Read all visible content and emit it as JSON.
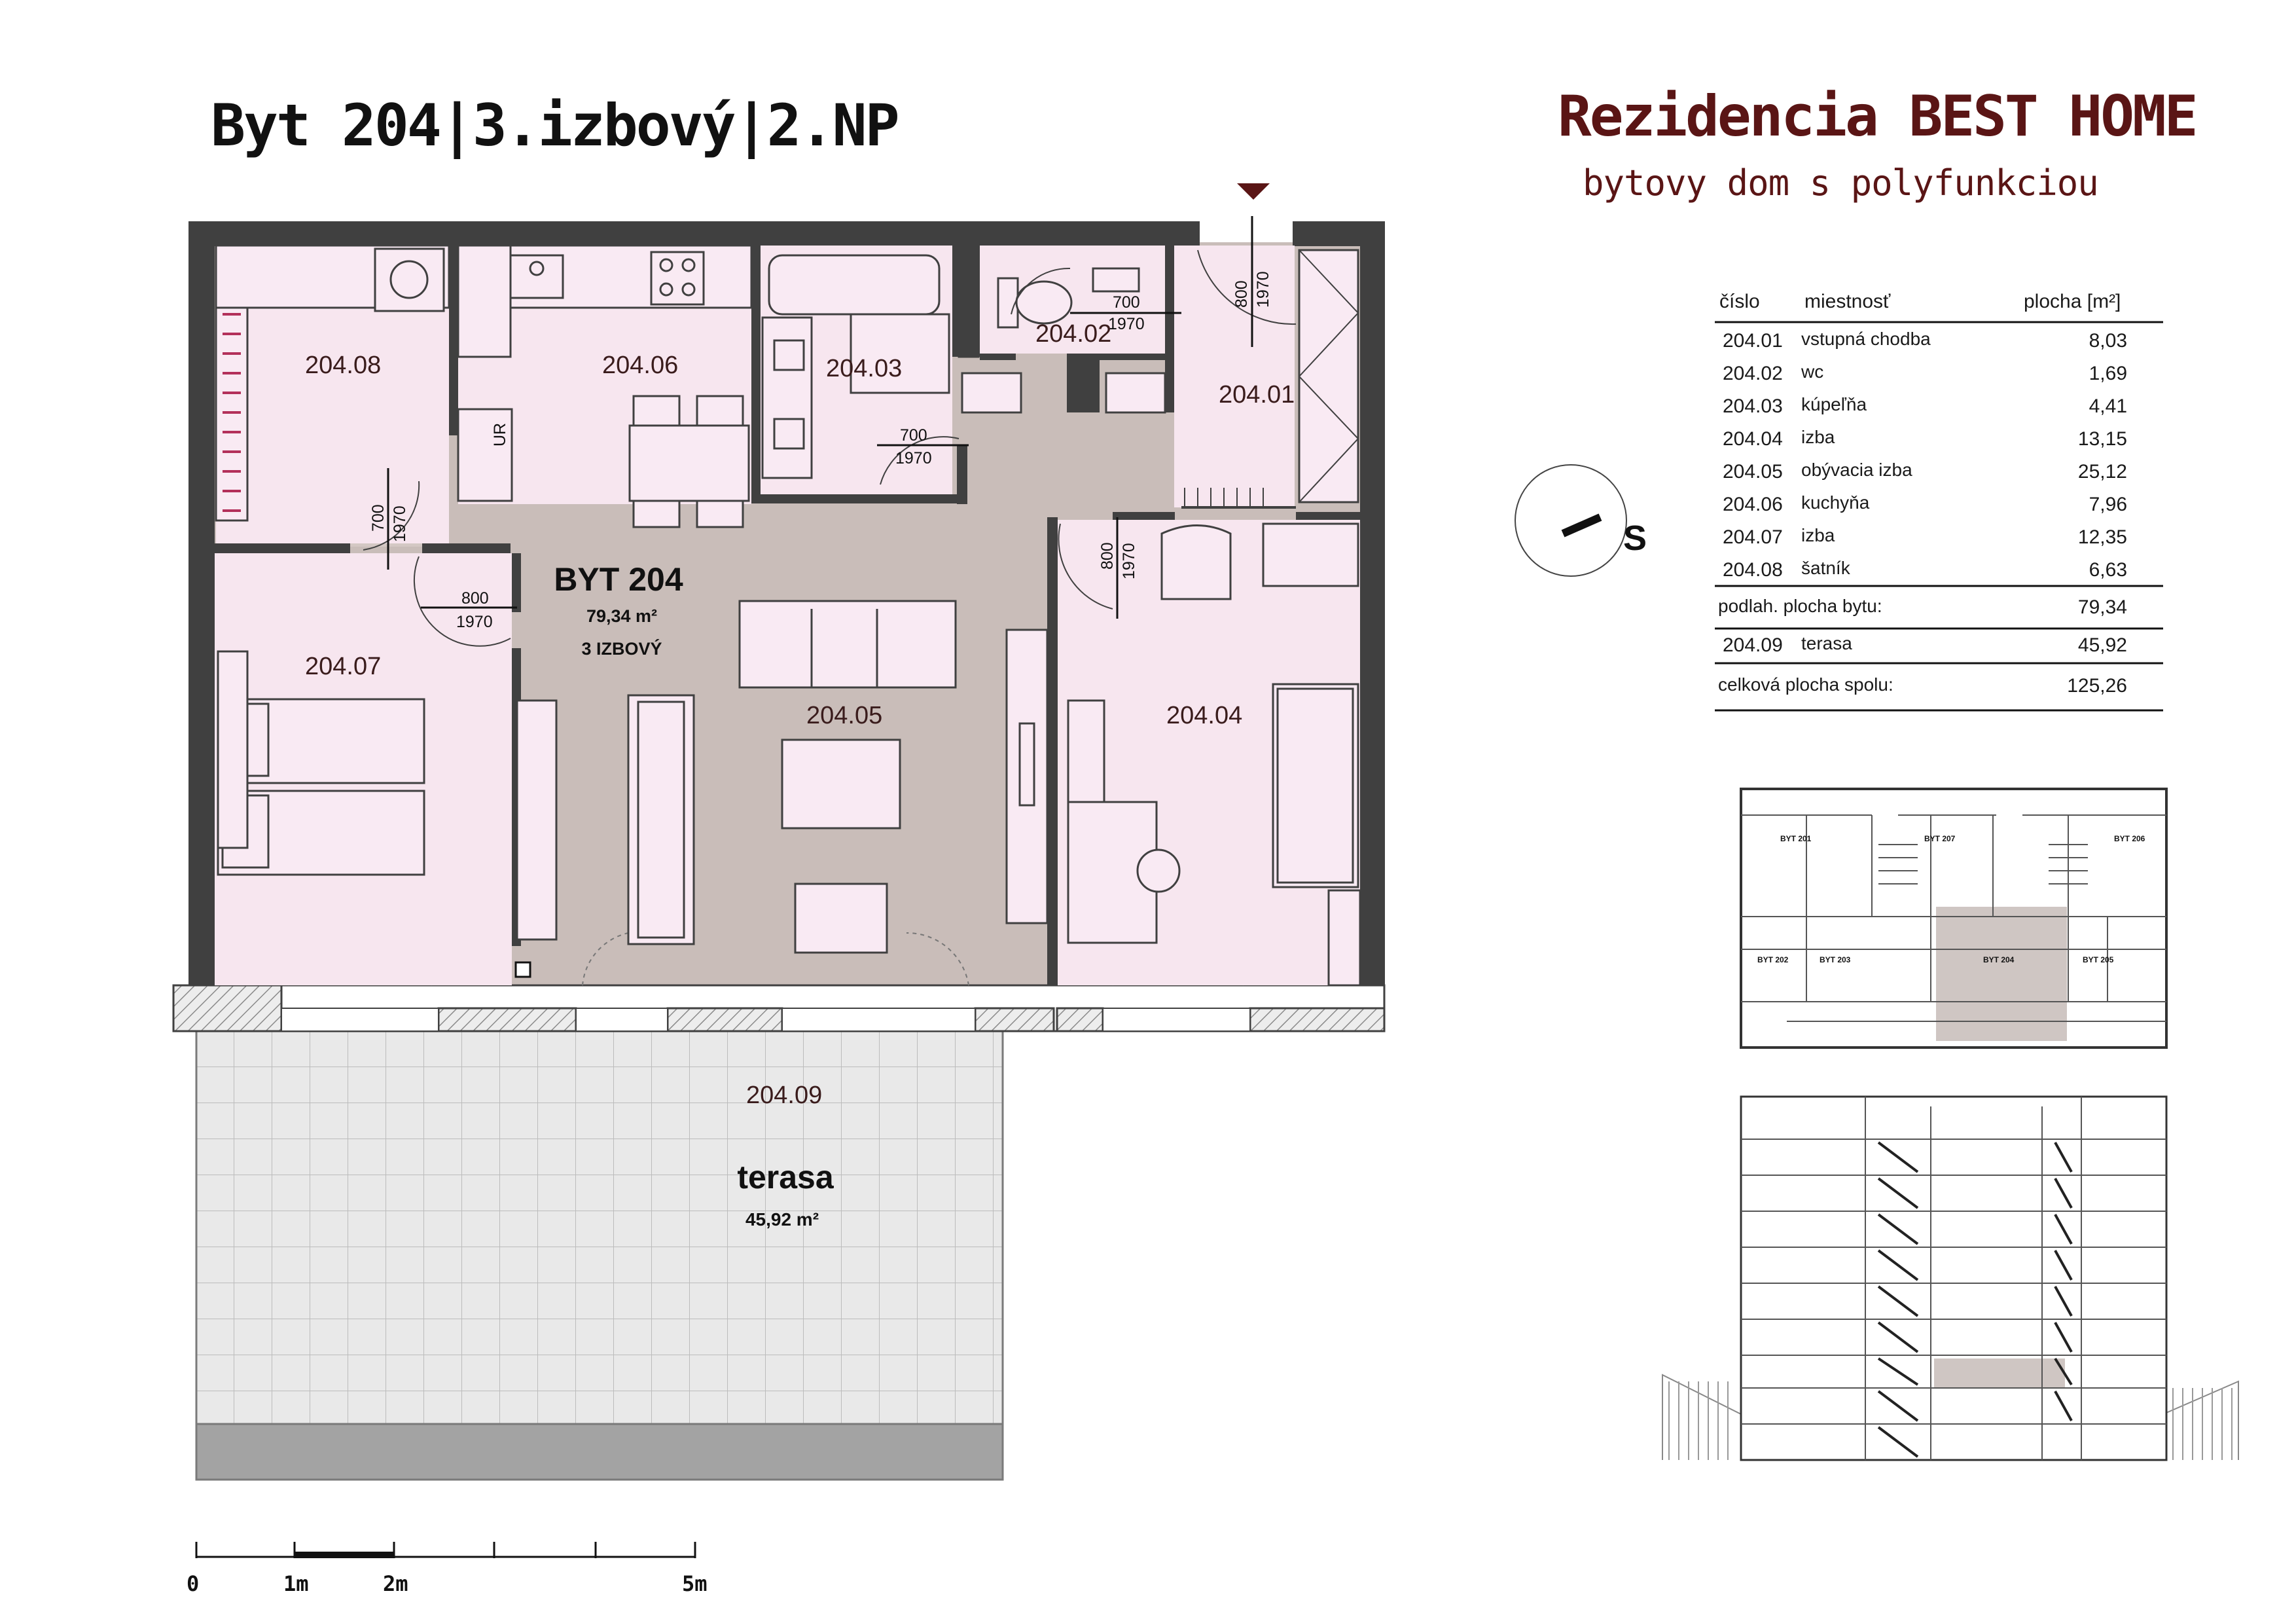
{
  "header": {
    "unit_title": "Byt 204|3.izbový|2.NP",
    "brand_title": "Rezidencia BEST HOME",
    "brand_subtitle": "bytovy dom s polyfunkciou"
  },
  "plan": {
    "unit_name": "BYT 204",
    "unit_area": "79,34 m²",
    "unit_type": "3 IZBOVÝ",
    "terrace_name": "terasa",
    "terrace_area": "45,92 m²",
    "room_codes": {
      "r01": "204.01",
      "r02": "204.02",
      "r03": "204.03",
      "r04": "204.04",
      "r05": "204.05",
      "r06": "204.06",
      "r07": "204.07",
      "r08": "204.08",
      "r09": "204.09"
    },
    "doors": {
      "d_entry_w": "800",
      "d_entry_h": "1970",
      "d_wc_w": "700",
      "d_wc_h": "1970",
      "d_bath_w": "700",
      "d_bath_h": "1970",
      "d_satnik_w": "700",
      "d_satnik_h": "1970",
      "d_izba07_w": "800",
      "d_izba07_h": "1970",
      "d_izba04_w": "800",
      "d_izba04_h": "1970"
    },
    "fixture_label": "UR",
    "orientation_label": "S"
  },
  "area_table": {
    "headers": [
      "číslo",
      "miestnosť",
      "plocha [m²]"
    ],
    "rows": [
      {
        "num": "204.01",
        "name": "vstupná chodba",
        "area": "8,03"
      },
      {
        "num": "204.02",
        "name": "wc",
        "area": "1,69"
      },
      {
        "num": "204.03",
        "name": "kúpeľňa",
        "area": "4,41"
      },
      {
        "num": "204.04",
        "name": "izba",
        "area": "13,15"
      },
      {
        "num": "204.05",
        "name": "obývacia izba",
        "area": "25,12"
      },
      {
        "num": "204.06",
        "name": "kuchyňa",
        "area": "7,96"
      },
      {
        "num": "204.07",
        "name": "izba",
        "area": "12,35"
      },
      {
        "num": "204.08",
        "name": "šatník",
        "area": "6,63"
      }
    ],
    "floor_area_label": "podlah. plocha bytu:",
    "floor_area_value": "79,34",
    "terrace_row": {
      "num": "204.09",
      "name": "terasa",
      "area": "45,92"
    },
    "total_label": "celková plocha spolu:",
    "total_value": "125,26"
  },
  "keyplan": {
    "units": [
      "BYT 201",
      "BYT 207",
      "BYT 206",
      "BYT 202",
      "BYT 203",
      "BYT 204",
      "BYT 205"
    ]
  },
  "scale": {
    "labels": [
      "0",
      "1m",
      "2m",
      "5m"
    ]
  },
  "colors": {
    "wall": "#404040",
    "living_floor": "#c9bdb9",
    "room_floor": "#f7e6ef",
    "furniture": "#f9eaf3",
    "terrace_tile": "#e6e6e6",
    "terrace_edge": "#9a9a9a",
    "brand": "#5a1515"
  }
}
